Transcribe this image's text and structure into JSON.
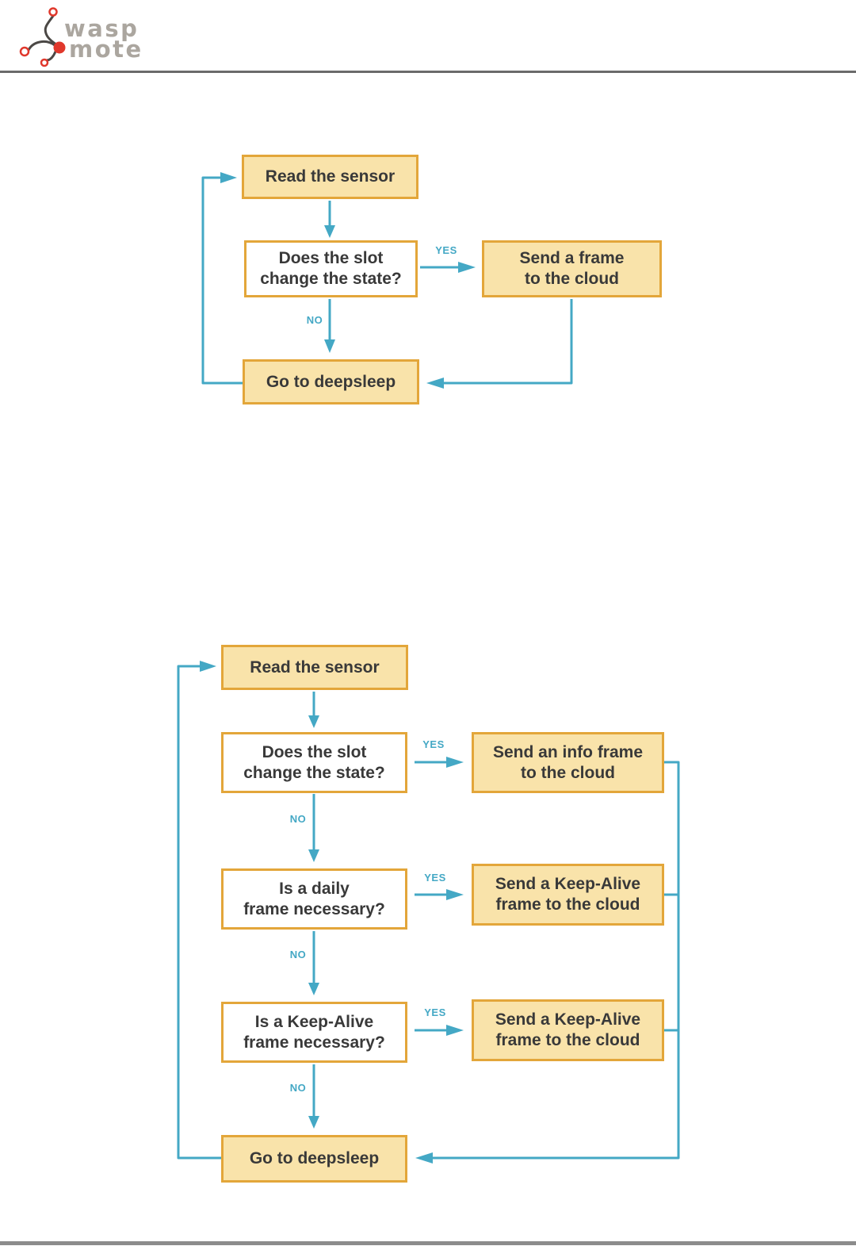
{
  "logo": {
    "word_top": "wasp",
    "word_bottom": "mote"
  },
  "colors": {
    "box_fill": "#F9E3AA",
    "box_border": "#E3A63A",
    "connector": "#44A8C5",
    "box_text": "#393939",
    "logo_gray": "#ABA69F",
    "logo_red": "#E0382C",
    "rule_header": "#6B6B6B",
    "rule_footer": "#8C8C8C"
  },
  "flowchart_simple": {
    "nodes": {
      "read_sensor": "Read the sensor",
      "slot_decision": "Does the slot\nchange the state?",
      "send_frame": "Send a frame\nto the cloud",
      "deepsleep": "Go to deepsleep"
    },
    "labels": {
      "yes": "YES",
      "no": "NO"
    }
  },
  "flowchart_extended": {
    "nodes": {
      "read_sensor": "Read the sensor",
      "slot_decision": "Does the slot\nchange the state?",
      "send_info_frame": "Send an info frame\nto the cloud",
      "daily_decision": "Is a daily\nframe necessary?",
      "send_keepalive_daily": "Send a Keep-Alive\nframe to the cloud",
      "keepalive_decision": "Is a Keep-Alive\nframe necessary?",
      "send_keepalive": "Send a Keep-Alive\nframe to the cloud",
      "deepsleep": "Go to deepsleep"
    },
    "labels": {
      "yes": "YES",
      "no": "NO"
    }
  }
}
